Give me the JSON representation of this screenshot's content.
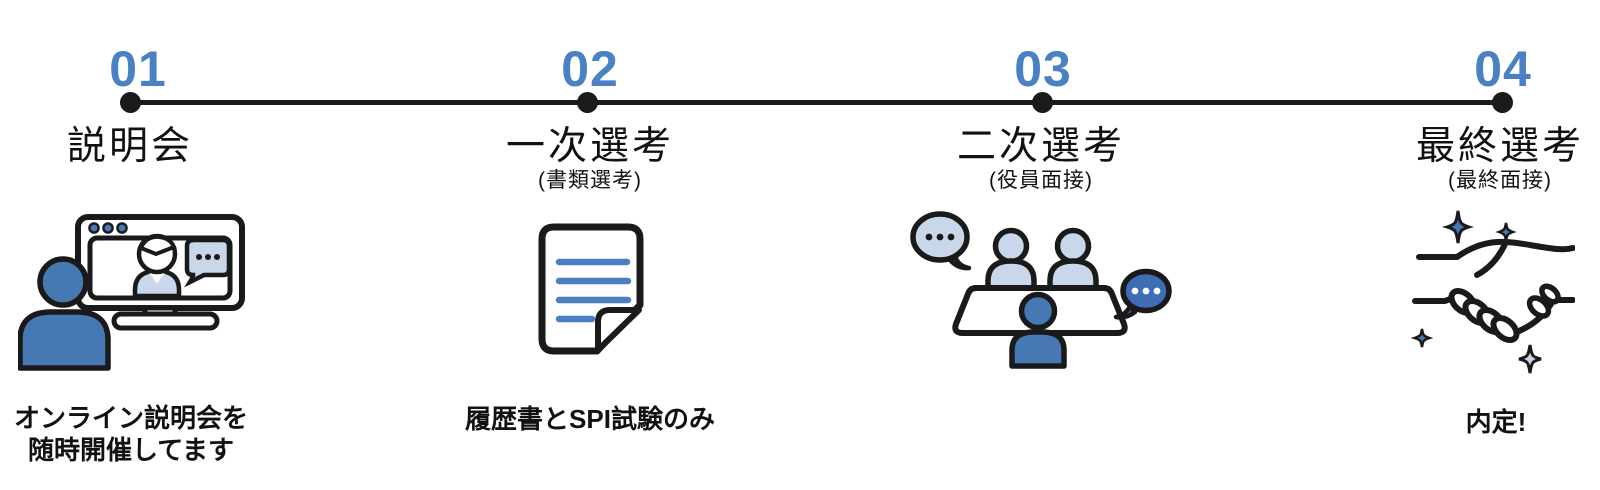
{
  "colors": {
    "accent_blue": "#4a80c4",
    "icon_blue": "#4678b4",
    "icon_light_blue": "#c9d7ea",
    "bubble_dark_blue": "#3e6db4",
    "outline_black": "#1a1a1a"
  },
  "steps": [
    {
      "number": "01",
      "title": "説明会",
      "subtitle": "",
      "caption_line1": "オンライン説明会を",
      "caption_line2": "随時開催してます",
      "icon": "online-seminar-icon"
    },
    {
      "number": "02",
      "title": "一次選考",
      "subtitle": "(書類選考)",
      "caption_line1": "履歴書とSPI試験のみ",
      "caption_line2": "",
      "icon": "document-icon"
    },
    {
      "number": "03",
      "title": "二次選考",
      "subtitle": "(役員面接)",
      "caption_line1": "",
      "caption_line2": "",
      "icon": "interview-icon"
    },
    {
      "number": "04",
      "title": "最終選考",
      "subtitle": "(最終面接)",
      "caption_line1": "内定!",
      "caption_line2": "",
      "icon": "handshake-icon"
    }
  ]
}
